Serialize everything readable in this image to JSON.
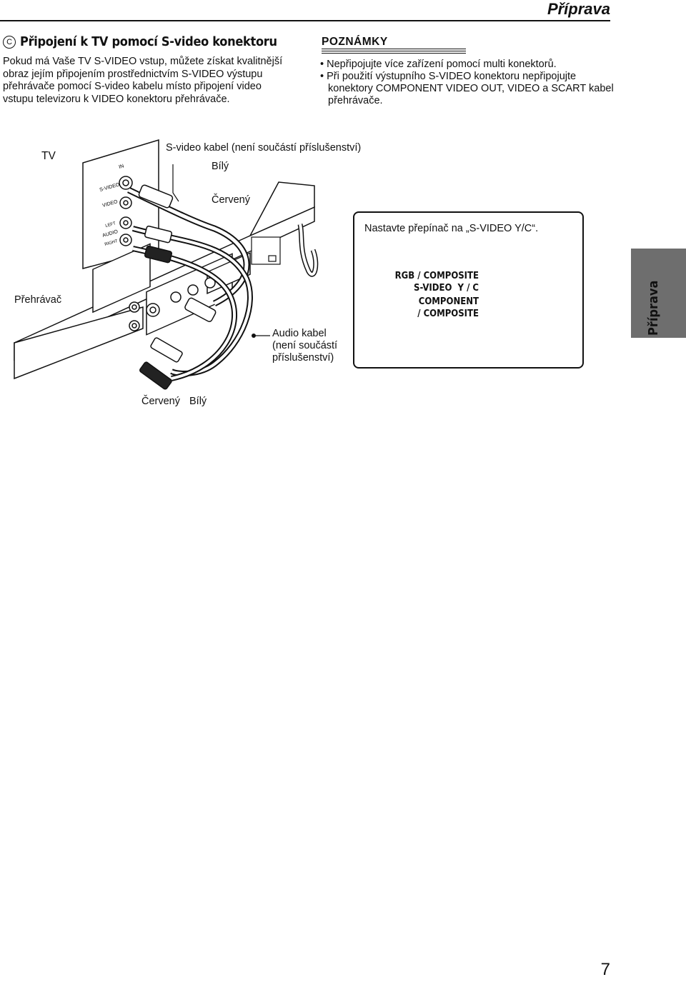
{
  "header": {
    "title": "Příprava"
  },
  "section": {
    "marker": "C",
    "title": "Připojení k TV pomocí S-video konektoru",
    "intro": "Pokud má Vaše TV S-VIDEO vstup, můžete získat kvalitnější obraz jejím připojením prostřednictvím S-VIDEO výstupu přehrávače pomocí S-video kabelu místo připojení video vstupu televizoru k VIDEO konektoru přehrávače."
  },
  "notes": {
    "title": "POZNÁMKY",
    "items": [
      "Nepřipojujte více zařízení pomocí multi konektorů.",
      "Při použití výstupního S-VIDEO konektoru nepřipojujte konektory COMPONENT VIDEO OUT, VIDEO a SCART kabel přehrávače."
    ]
  },
  "diagram": {
    "tv_label": "TV",
    "svideo_cable_label": "S-video kabel (není součástí příslušenství)",
    "white_top": "Bílý",
    "red_top": "Červený",
    "player_label": "Přehrávač",
    "audio_cable_label": "Audio kabel (není součástí příslušenství)",
    "red_bottom": "Červený",
    "white_bottom": "Bílý",
    "tv_panel": {
      "in": "IN",
      "svideo": "S-VIDEO",
      "video": "VIDEO",
      "left": "LEFT",
      "audio": "AUDIO",
      "right": "RIGHT"
    },
    "callout": {
      "instruction": "Nastavte přepínač na „S-VIDEO Y/C“.",
      "opt1": "RGB / COMPOSITE",
      "opt2": "S-VIDEO  Y / C",
      "opt3a": "COMPONENT",
      "opt3b": "/ COMPOSITE"
    }
  },
  "side_tab": {
    "label": "Příprava"
  },
  "page_number": "7"
}
